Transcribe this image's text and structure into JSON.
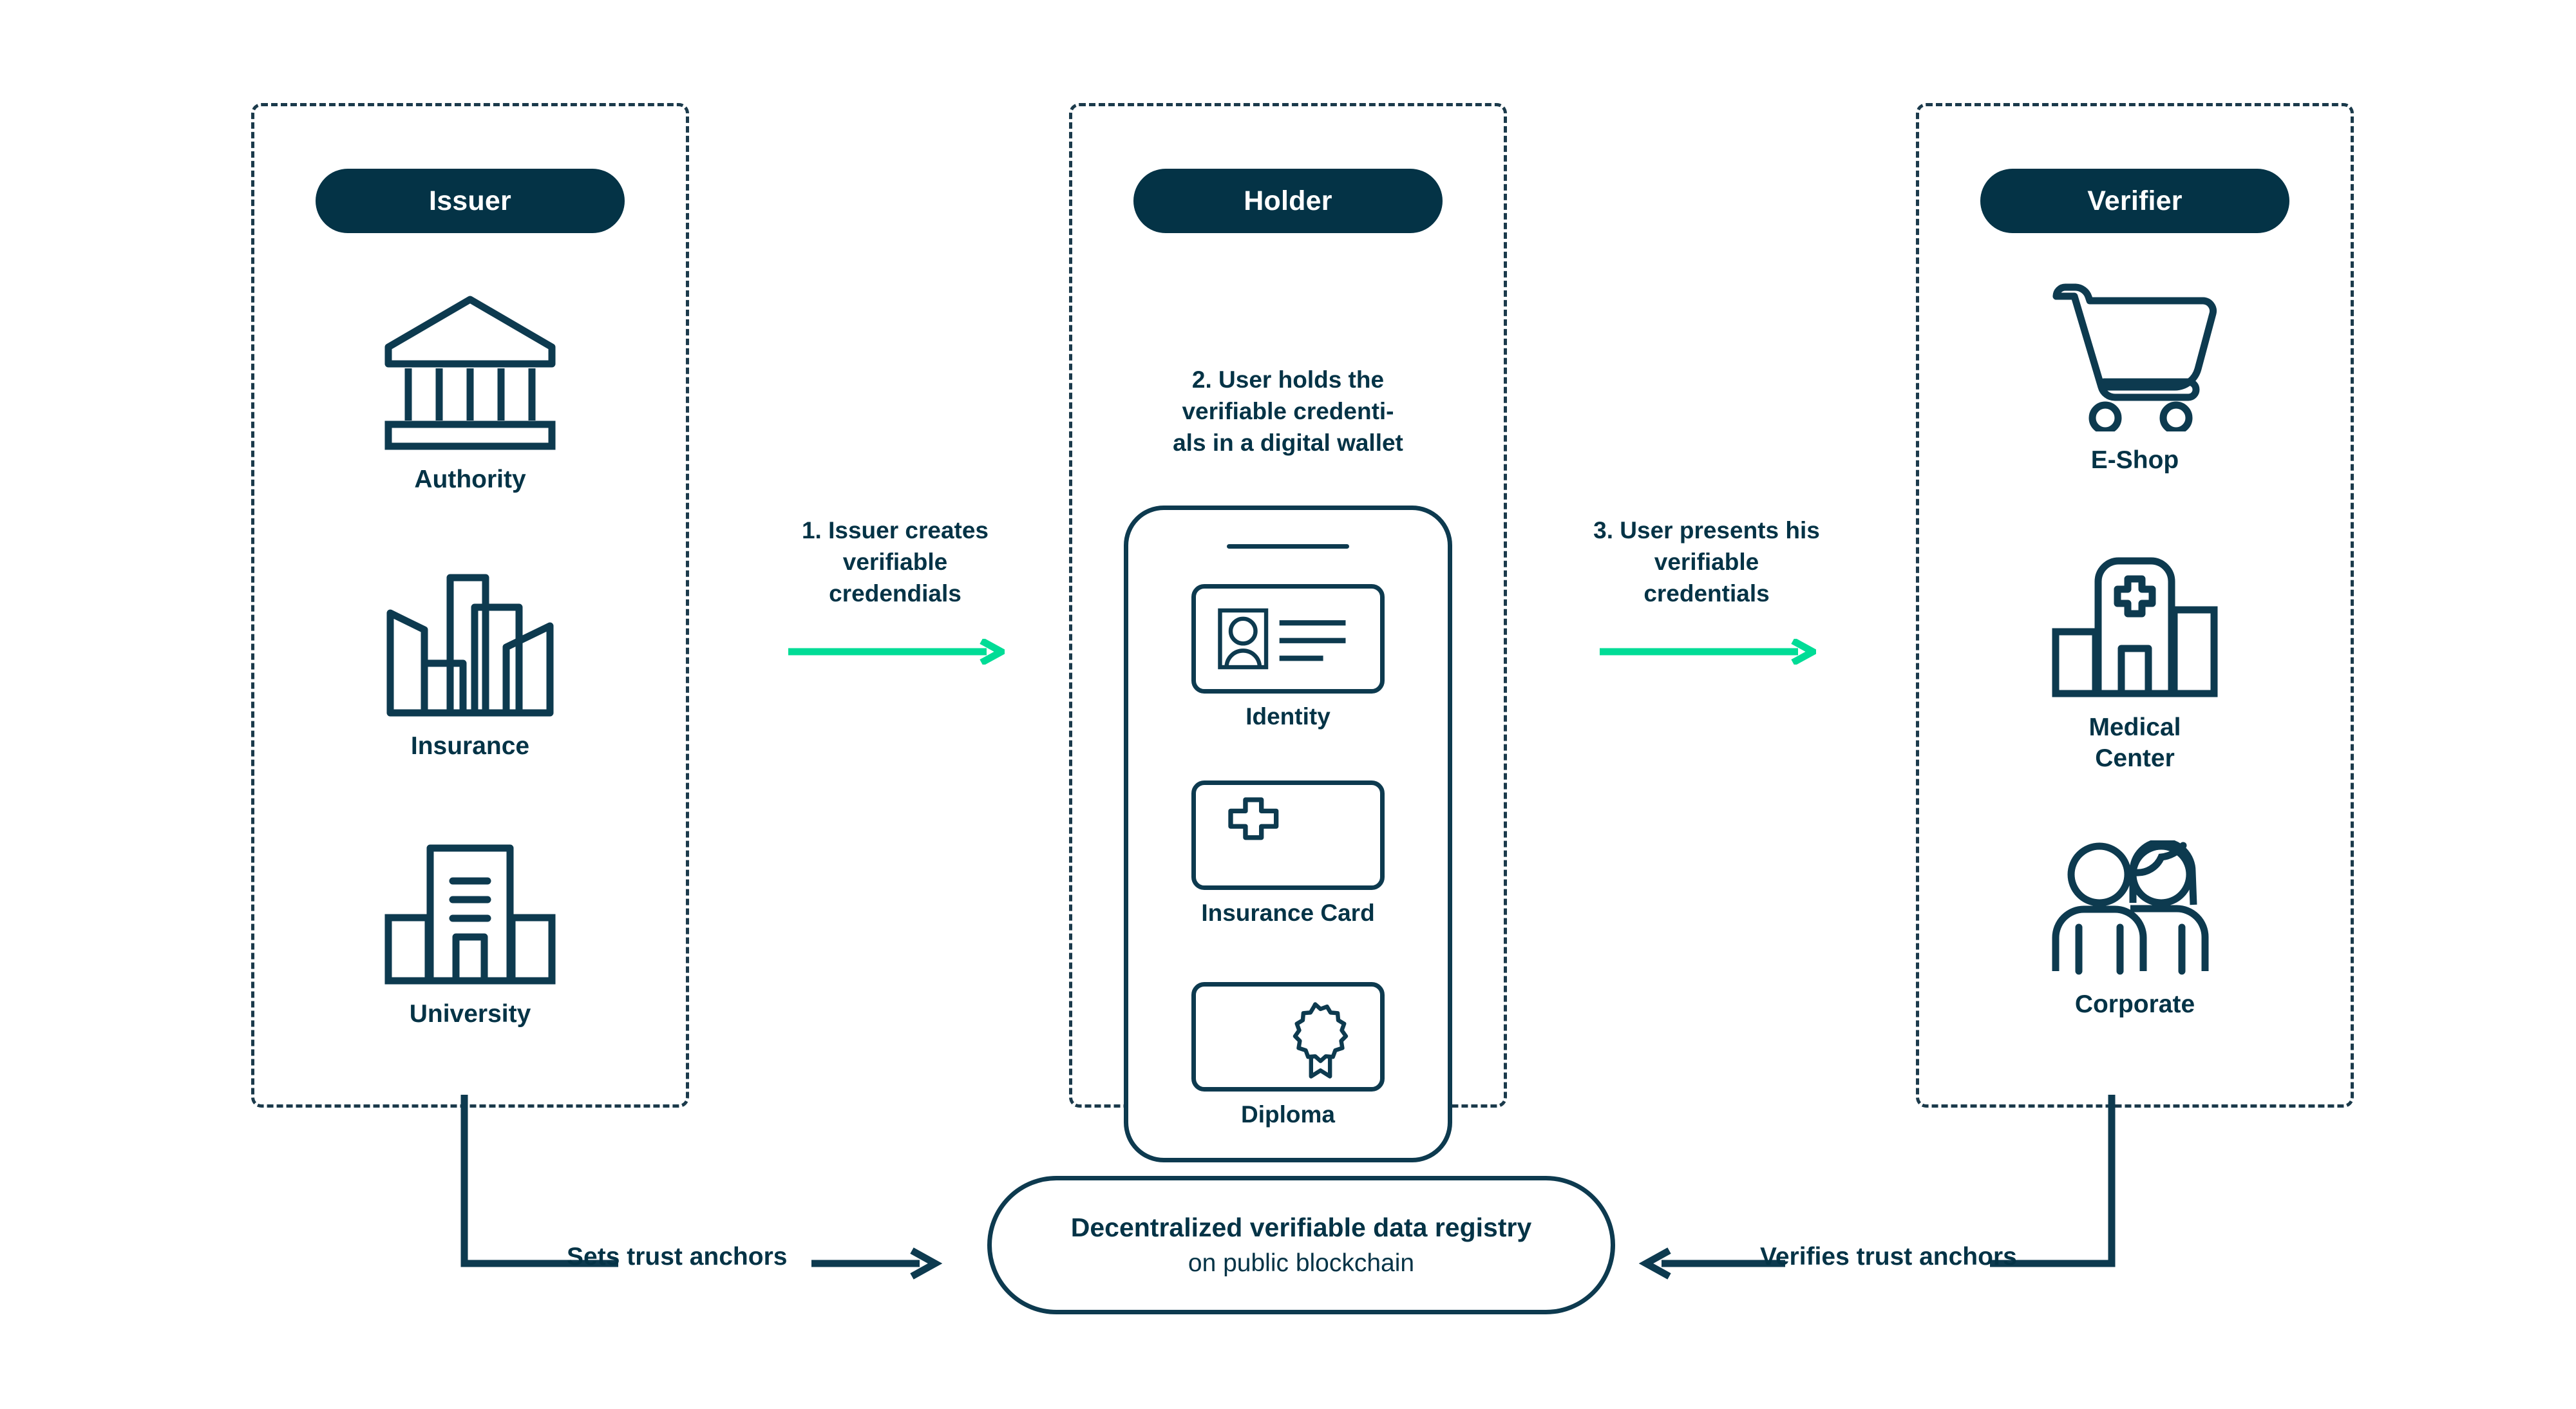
{
  "diagram": {
    "title": "Verifiable credentials trust triangle",
    "colors": {
      "navy": "#043346",
      "outline": "#0d3a4f",
      "accent_green": "#00dc96",
      "background": "#ffffff"
    }
  },
  "issuer": {
    "badge": "Issuer",
    "entities": [
      {
        "label": "Authority",
        "icon": "bank-building-icon"
      },
      {
        "label": "Insurance",
        "icon": "city-skyline-icon"
      },
      {
        "label": "University",
        "icon": "university-building-icon"
      }
    ]
  },
  "holder": {
    "badge": "Holder",
    "note": "2. User holds the verifiable credenti-als in a digital wallet",
    "note_lines": [
      "2. User holds the",
      "verifiable credenti-",
      "als in a digital wallet"
    ],
    "wallet": {
      "device": "smartphone-wallet",
      "credentials": [
        {
          "label": "Identity",
          "icon": "id-card-icon"
        },
        {
          "label": "Insurance Card",
          "icon": "medical-cross-card-icon"
        },
        {
          "label": "Diploma",
          "icon": "award-seal-card-icon"
        }
      ]
    }
  },
  "verifier": {
    "badge": "Verifier",
    "entities": [
      {
        "label": "E-Shop",
        "icon": "shopping-cart-icon"
      },
      {
        "label": "Medical Center",
        "icon": "hospital-building-icon",
        "label_lines": [
          "Medical",
          "Center"
        ]
      },
      {
        "label": "Corporate",
        "icon": "two-people-icon"
      }
    ]
  },
  "flows": [
    {
      "id": "flow-1",
      "text": "1. Issuer creates verifiable credendials",
      "lines": [
        "1. Issuer creates",
        "verifiable",
        "credendials"
      ],
      "direction": "right",
      "color": "#00dc96"
    },
    {
      "id": "flow-3",
      "text": "3. User presents his verifiable credentials",
      "lines": [
        "3. User presents his",
        "verifiable",
        "credentials"
      ],
      "direction": "right",
      "color": "#00dc96"
    }
  ],
  "registry": {
    "line1": "Decentralized verifiable data registry",
    "line2": "on public blockchain"
  },
  "trust_anchors": {
    "left": {
      "label": "Sets trust anchors",
      "direction": "right"
    },
    "right": {
      "label": "Verifies trust anchors",
      "direction": "left"
    }
  }
}
